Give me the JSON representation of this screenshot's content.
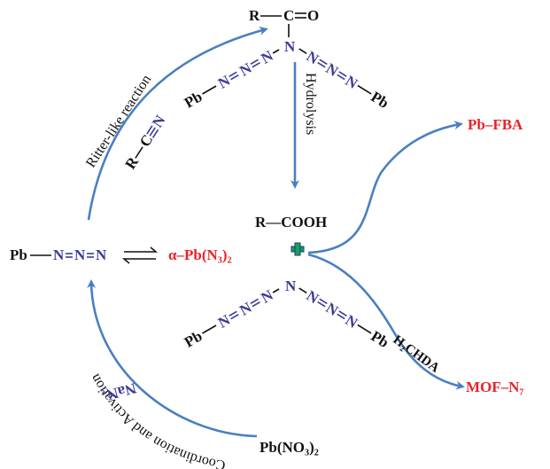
{
  "colors": {
    "arrow": "#4a7fc1",
    "nitrogen": "#3a3a9a",
    "product": "#e8232a",
    "plus_fill": "#1aa05a",
    "plus_stroke": "#1a3c7a"
  },
  "labels": {
    "ritter": "Ritter-like reaction",
    "hydrolysis": "Hydrolysis",
    "h2chda": "H₂CHDA",
    "coordination": "Coordination and Activation",
    "nan3": "NaN₃"
  },
  "species": {
    "carbonyl_r": "R",
    "carbonyl_c": "C",
    "carbonyl_o": "O",
    "nitrile_r": "R",
    "nitrile_c": "C",
    "nitrile_n": "N",
    "acid": "R—COOH",
    "pb": "Pb",
    "n": "N",
    "alpha": "α–Pb(N₃)₂",
    "pbfba": "Pb–FBA",
    "mof": "MOF–N₇",
    "pbno3": "Pb(NO₃)₂"
  }
}
